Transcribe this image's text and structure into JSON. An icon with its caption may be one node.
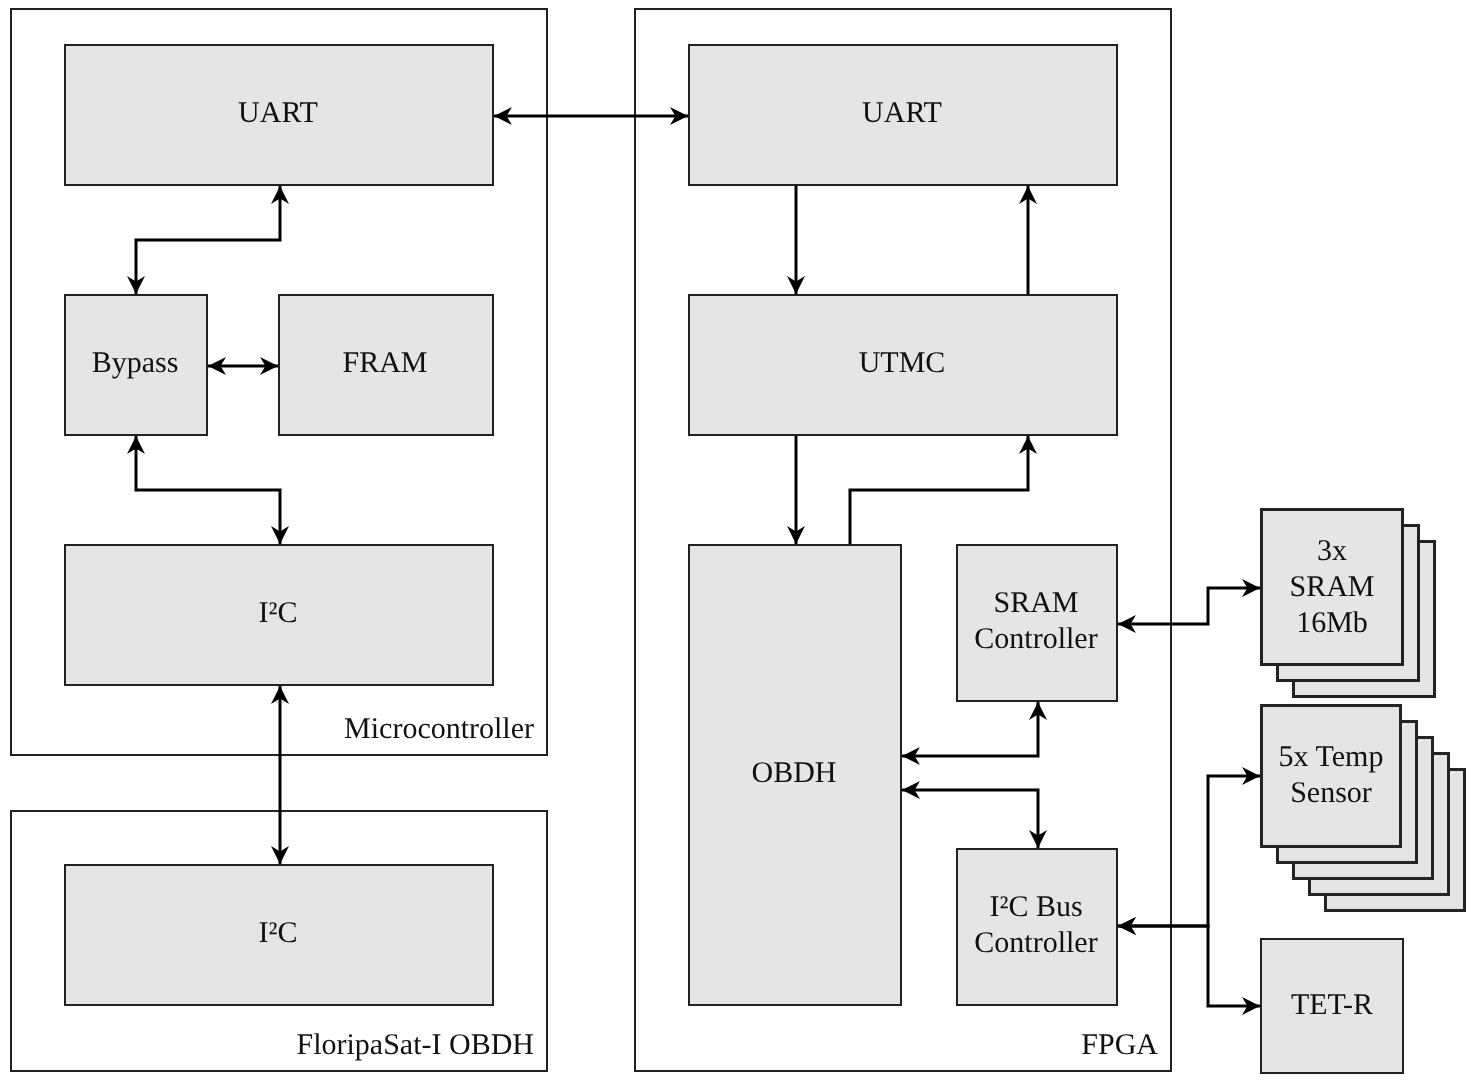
{
  "diagram": {
    "nodes": [
      {
        "text": [
          "Microcontroller"
        ]
      },
      {
        "text": [
          "UART"
        ],
        "in": 0
      },
      {
        "text": [
          "Bypass"
        ],
        "in": 0
      },
      {
        "text": [
          "FRAM"
        ],
        "in": 0
      },
      {
        "text": [
          "I²C"
        ],
        "in": 0
      },
      {
        "text": [
          "FloripaSat-I OBDH"
        ]
      },
      {
        "text": [
          "I²C"
        ],
        "in": 5
      },
      {
        "text": [
          "FPGA"
        ]
      },
      {
        "text": [
          "UART"
        ],
        "in": 7
      },
      {
        "text": [
          "UTMC"
        ],
        "in": 7
      },
      {
        "text": [
          "OBDH"
        ],
        "in": 7
      },
      {
        "text": [
          "SRAM Controller"
        ],
        "in": 7
      },
      {
        "text": [
          "I²C Bus Controller"
        ],
        "in": 7
      },
      {
        "text": [
          "3x SRAM 16Mb"
        ]
      },
      {
        "text": [
          "5x Temp Sensor"
        ]
      },
      {
        "text": [
          "TET-R"
        ]
      }
    ],
    "edges": [
      {
        "from": 1,
        "to": 8,
        "arrow": "both"
      },
      {
        "from": 1,
        "to": 2,
        "arrow": "both"
      },
      {
        "from": 2,
        "to": 3,
        "arrow": "both"
      },
      {
        "from": 2,
        "to": 4,
        "arrow": "both"
      },
      {
        "from": 4,
        "to": 6,
        "arrow": "both"
      },
      {
        "from": 8,
        "to": 9,
        "arrow": "to"
      },
      {
        "from": 9,
        "to": 8,
        "arrow": "to"
      },
      {
        "from": 9,
        "to": 10,
        "arrow": "to"
      },
      {
        "from": 10,
        "to": 9,
        "arrow": "to"
      },
      {
        "from": 11,
        "to": 10,
        "arrow": "both"
      },
      {
        "from": 10,
        "to": 12,
        "arrow": "both"
      },
      {
        "from": 11,
        "to": 13,
        "arrow": "both"
      },
      {
        "from": 12,
        "to": 14,
        "arrow": "both"
      },
      {
        "from": 12,
        "to": 15,
        "arrow": "both"
      }
    ]
  }
}
